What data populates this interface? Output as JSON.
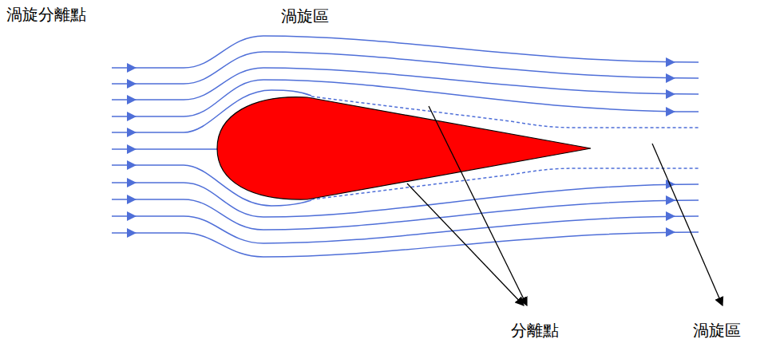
{
  "diagram": {
    "labels": [
      "渦旋分離點",
      "渦旋區",
      "分離點",
      "渦旋區"
    ]
  }
}
